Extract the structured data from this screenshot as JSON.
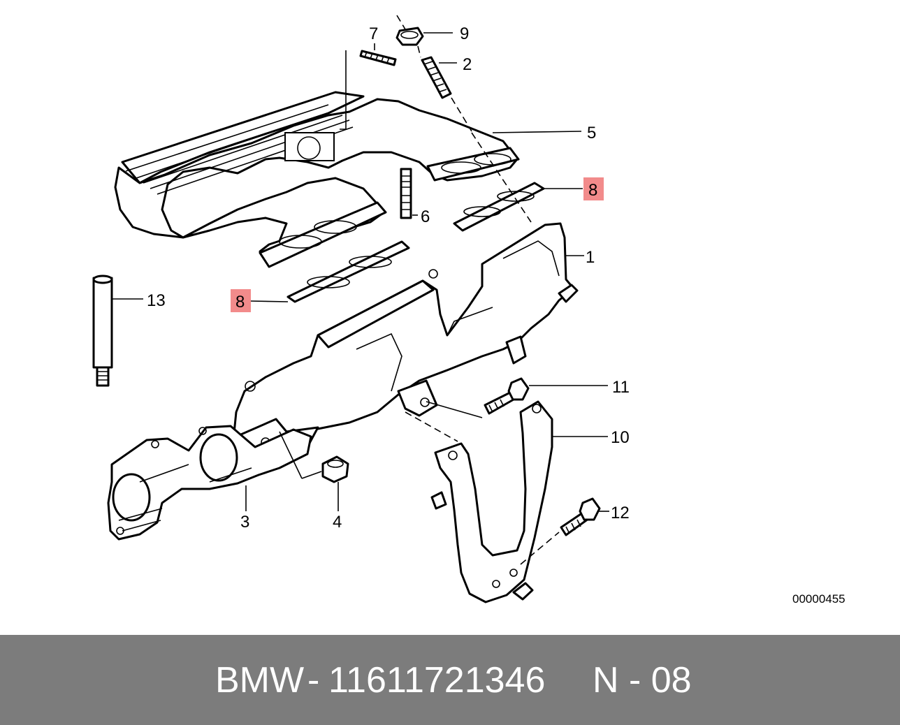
{
  "diagram": {
    "callouts": [
      {
        "id": "c7",
        "label": "7"
      },
      {
        "id": "c9",
        "label": "9"
      },
      {
        "id": "c2",
        "label": "2"
      },
      {
        "id": "c5",
        "label": "5"
      },
      {
        "id": "c8a",
        "label": "8",
        "highlighted": true
      },
      {
        "id": "c6",
        "label": "6"
      },
      {
        "id": "c1",
        "label": "1"
      },
      {
        "id": "c13",
        "label": "13"
      },
      {
        "id": "c8b",
        "label": "8",
        "highlighted": true
      },
      {
        "id": "c11",
        "label": "11"
      },
      {
        "id": "c10",
        "label": "10"
      },
      {
        "id": "c12",
        "label": "12"
      },
      {
        "id": "c3",
        "label": "3"
      },
      {
        "id": "c4",
        "label": "4"
      }
    ],
    "reference_number": "00000455",
    "highlight_color": "#f28b8b"
  },
  "footer": {
    "brand": "BMW",
    "separator": "-",
    "part_number": "11611721346",
    "position": "N - 08",
    "background_color": "#7c7c7c",
    "text_color": "#ffffff"
  }
}
